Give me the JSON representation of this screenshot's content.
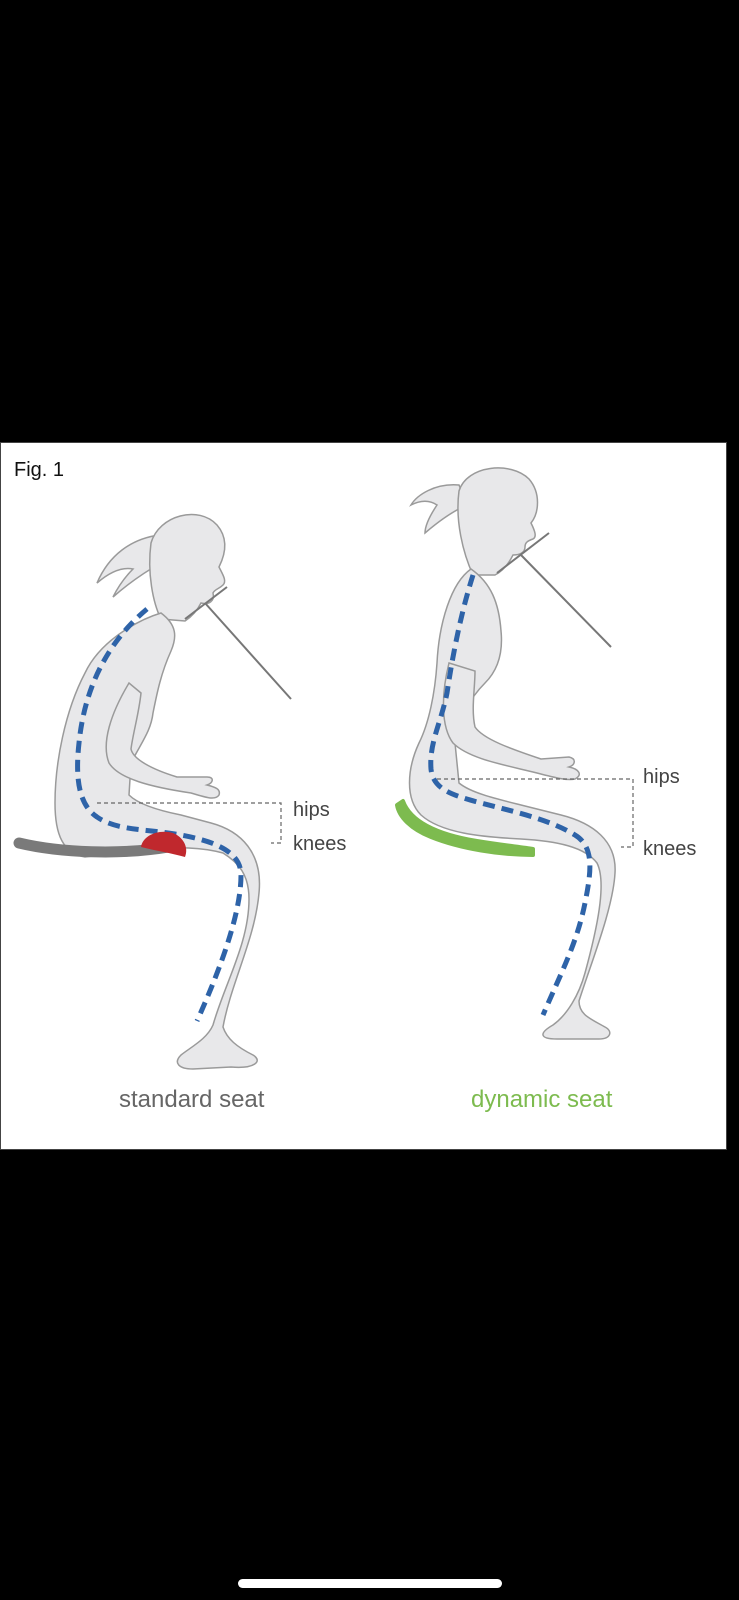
{
  "figure": {
    "label": "Fig. 1",
    "left_panel": {
      "caption": "standard seat",
      "hips_label": "hips",
      "knees_label": "knees"
    },
    "right_panel": {
      "caption": "dynamic seat",
      "hips_label": "hips",
      "knees_label": "knees"
    }
  },
  "colors": {
    "background": "#000000",
    "panel": "#ffffff",
    "body_fill": "#e8e8ea",
    "body_stroke": "#9a9a9a",
    "spine_line": "#2e63a8",
    "standard_seat": "#7a7a7a",
    "pressure_point": "#c0282d",
    "dynamic_seat": "#7dbb4f",
    "caption_gray": "#666666",
    "caption_green": "#7dbb4f"
  }
}
